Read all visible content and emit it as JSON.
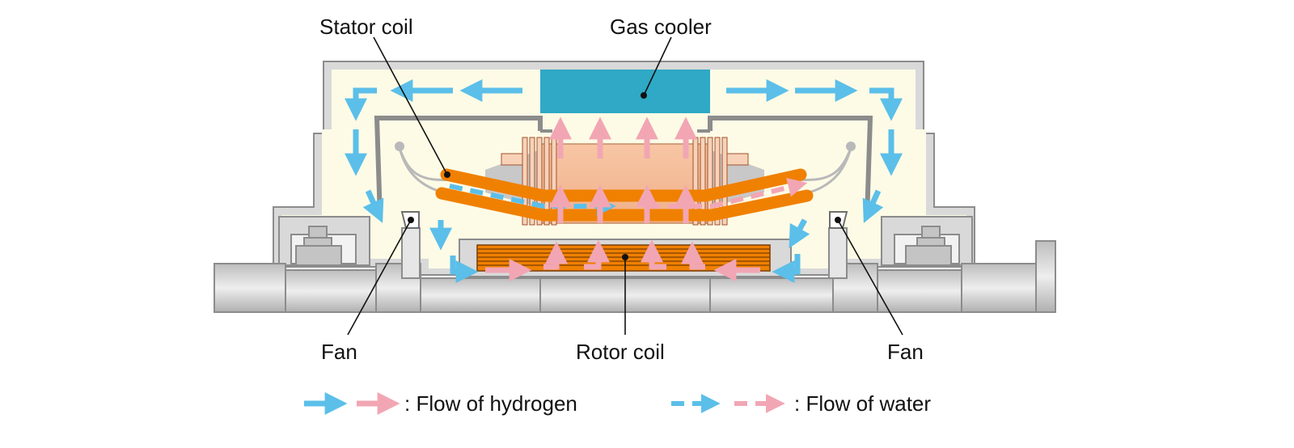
{
  "labels": {
    "stator_coil": "Stator coil",
    "gas_cooler": "Gas cooler",
    "fan_left": "Fan",
    "rotor_coil": "Rotor coil",
    "fan_right": "Fan"
  },
  "legend": {
    "hydrogen": ": Flow of hydrogen",
    "water": ": Flow of water"
  },
  "colors": {
    "hydrogen_cool": "#5bbfe9",
    "hydrogen_warm": "#f2a6b4",
    "gas_cooler": "#2fa9c5",
    "coil": "#f08000",
    "interior": "#fdfbe6",
    "casing": "#d9d9d9"
  }
}
